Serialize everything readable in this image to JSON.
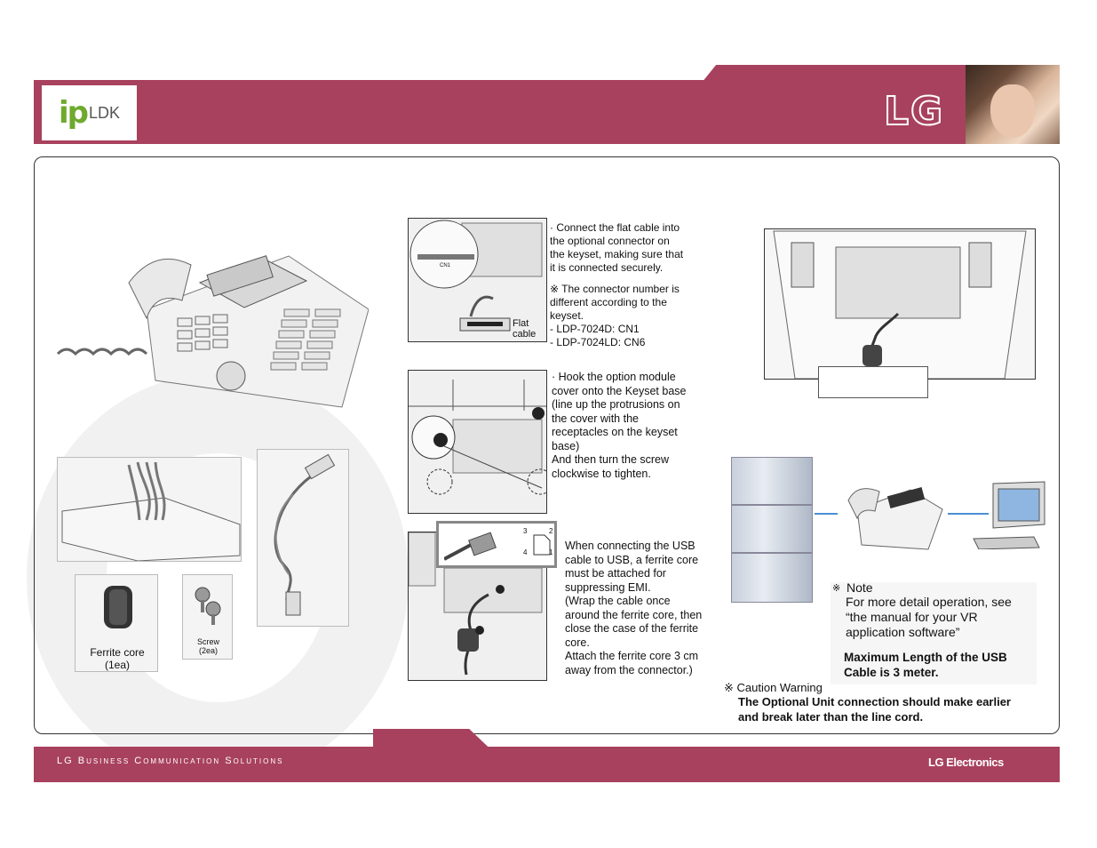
{
  "header": {
    "logo_ip": "ip",
    "logo_ldk": "LDK",
    "brand": "LG"
  },
  "parts": {
    "ferrite_label": "Ferrite core\n(1ea)",
    "screw_label": "Screw\n(2ea)"
  },
  "step1": {
    "connector_label": "CN1",
    "flat_cable_label": "Flat\ncable",
    "instruction": "·  Connect the flat cable into\n    the optional connector on\n    the keyset, making sure that\n    it is connected securely.",
    "note": "※ The connector number is\n    different according to the\n    keyset.\n    - LDP-7024D: CN1\n    - LDP-7024LD: CN6"
  },
  "step2": {
    "instruction": "·  Hook the option module\n    cover onto the Keyset base\n    (line up the protrusions on\n    the cover with  the\n    receptacles on the keyset\n    base)\n    And then turn the screw\n    clockwise to tighten."
  },
  "step3": {
    "pins": [
      "3",
      "2",
      "4",
      "1"
    ],
    "instruction": "When connecting  the USB\ncable to USB, a ferrite core\nmust be attached for\nsuppressing EMI.\n(Wrap the cable once\naround the ferrite core, then\nclose  the case of the ferrite\ncore.\nAttach the ferrite core 3 cm\naway from the connector.)"
  },
  "note": {
    "mark": "※",
    "title": "Note",
    "body": " For more detail operation,  see\n“the manual for your VR\napplication software”",
    "max_length": "Maximum Length of the USB\nCable is 3 meter."
  },
  "caution": {
    "title": "※  Caution Warning",
    "body": "The Optional Unit connection should make earlier\nand break later than the line cord."
  },
  "footer": {
    "left": "LG Business Communication Solutions",
    "right": "LG Electronics"
  },
  "colors": {
    "brand": "#a8415e",
    "logo_green": "#6fa92d",
    "link_line": "#4a8fd4"
  }
}
